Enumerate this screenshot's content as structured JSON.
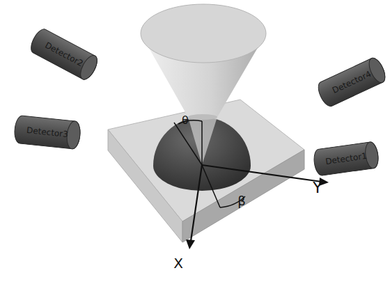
{
  "diagram": {
    "nodes": [
      {
        "text": [
          "Detector2"
        ]
      },
      {
        "text": [
          "Detector4"
        ]
      },
      {
        "text": [
          "Detector3"
        ]
      },
      {
        "text": [
          "Detector1"
        ]
      }
    ],
    "labels": [
      "θ",
      "β",
      "Y",
      "X"
    ]
  }
}
